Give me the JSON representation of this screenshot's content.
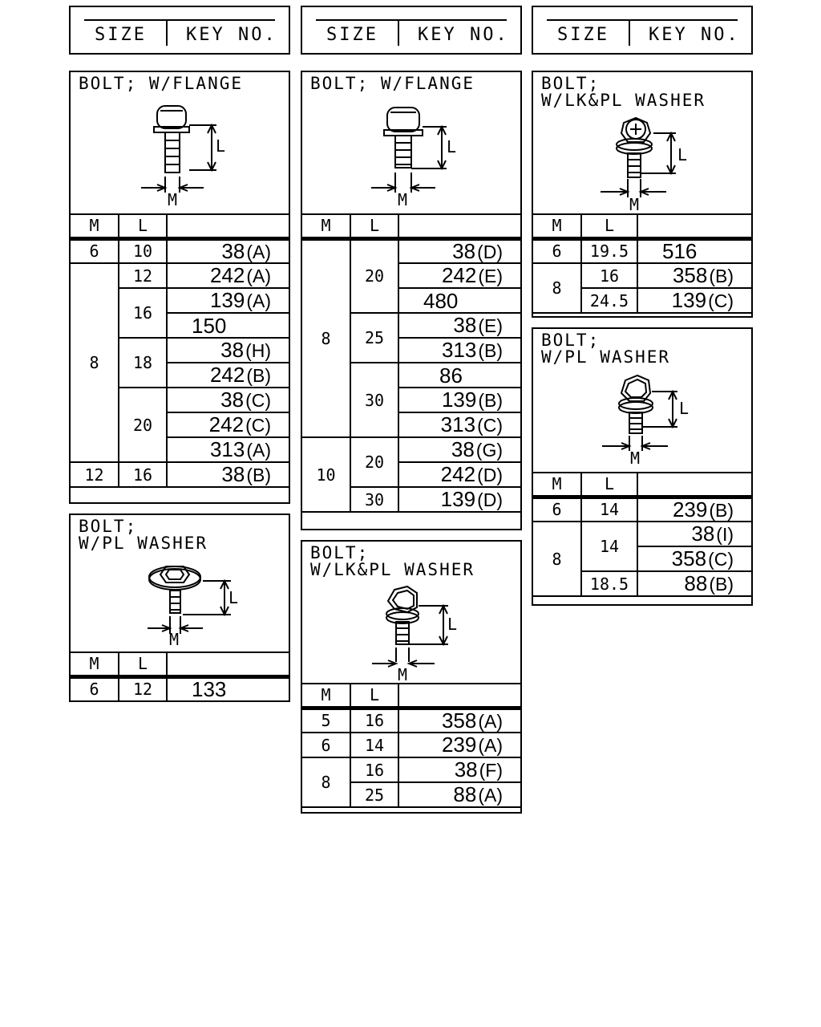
{
  "header": {
    "size_label": "SIZE",
    "key_label": "KEY NO."
  },
  "columns": {
    "m": "M",
    "l": "L"
  },
  "dims": {
    "l": "L",
    "m": "M"
  },
  "panels": {
    "flange1": {
      "title": "BOLT; W/FLANGE",
      "rows": [
        {
          "m": "6",
          "l": "10",
          "key": "38",
          "suffix": "(A)"
        },
        {
          "m": "8",
          "l": "12",
          "key": "242",
          "suffix": "(A)"
        },
        {
          "m": "",
          "l": "16",
          "key": "139",
          "suffix": "(A)"
        },
        {
          "m": "",
          "l": "",
          "key": "150",
          "suffix": ""
        },
        {
          "m": "",
          "l": "18",
          "key": "38",
          "suffix": "(H)"
        },
        {
          "m": "",
          "l": "",
          "key": "242",
          "suffix": "(B)"
        },
        {
          "m": "",
          "l": "20",
          "key": "38",
          "suffix": "(C)"
        },
        {
          "m": "",
          "l": "",
          "key": "242",
          "suffix": "(C)"
        },
        {
          "m": "",
          "l": "",
          "key": "313",
          "suffix": "(A)"
        },
        {
          "m": "12",
          "l": "16",
          "key": "38",
          "suffix": "(B)"
        }
      ]
    },
    "plwasher1": {
      "title": "BOLT;\nW/PL WASHER",
      "rows": [
        {
          "m": "6",
          "l": "12",
          "key": "133",
          "suffix": ""
        }
      ]
    },
    "flange2": {
      "title": "BOLT; W/FLANGE",
      "rows": [
        {
          "m": "8",
          "l": "20",
          "key": "38",
          "suffix": "(D)"
        },
        {
          "m": "",
          "l": "",
          "key": "242",
          "suffix": "(E)"
        },
        {
          "m": "",
          "l": "",
          "key": "480",
          "suffix": ""
        },
        {
          "m": "",
          "l": "25",
          "key": "38",
          "suffix": "(E)"
        },
        {
          "m": "",
          "l": "",
          "key": "313",
          "suffix": "(B)"
        },
        {
          "m": "",
          "l": "30",
          "key": "86",
          "suffix": ""
        },
        {
          "m": "",
          "l": "",
          "key": "139",
          "suffix": "(B)"
        },
        {
          "m": "",
          "l": "",
          "key": "313",
          "suffix": "(C)"
        },
        {
          "m": "10",
          "l": "20",
          "key": "38",
          "suffix": "(G)"
        },
        {
          "m": "",
          "l": "",
          "key": "242",
          "suffix": "(D)"
        },
        {
          "m": "",
          "l": "30",
          "key": "139",
          "suffix": "(D)"
        }
      ]
    },
    "lkpl2": {
      "title": "BOLT;\nW/LK&PL WASHER",
      "rows": [
        {
          "m": "5",
          "l": "16",
          "key": "358",
          "suffix": "(A)"
        },
        {
          "m": "6",
          "l": "14",
          "key": "239",
          "suffix": "(A)"
        },
        {
          "m": "8",
          "l": "16",
          "key": "38",
          "suffix": "(F)"
        },
        {
          "m": "",
          "l": "25",
          "key": "88",
          "suffix": "(A)"
        }
      ]
    },
    "lkpl3": {
      "title": "BOLT;\nW/LK&PL WASHER",
      "rows": [
        {
          "m": "6",
          "l": "19.5",
          "key": "516",
          "suffix": ""
        },
        {
          "m": "8",
          "l": "16",
          "key": "358",
          "suffix": "(B)"
        },
        {
          "m": "",
          "l": "24.5",
          "key": "139",
          "suffix": "(C)"
        }
      ]
    },
    "plwasher3": {
      "title": "BOLT;\nW/PL WASHER",
      "rows": [
        {
          "m": "6",
          "l": "14",
          "key": "239",
          "suffix": "(B)"
        },
        {
          "m": "8",
          "l": "14",
          "key": "38",
          "suffix": "(I)"
        },
        {
          "m": "",
          "l": "",
          "key": "358",
          "suffix": "(C)"
        },
        {
          "m": "",
          "l": "18.5",
          "key": "88",
          "suffix": "(B)"
        }
      ]
    }
  }
}
